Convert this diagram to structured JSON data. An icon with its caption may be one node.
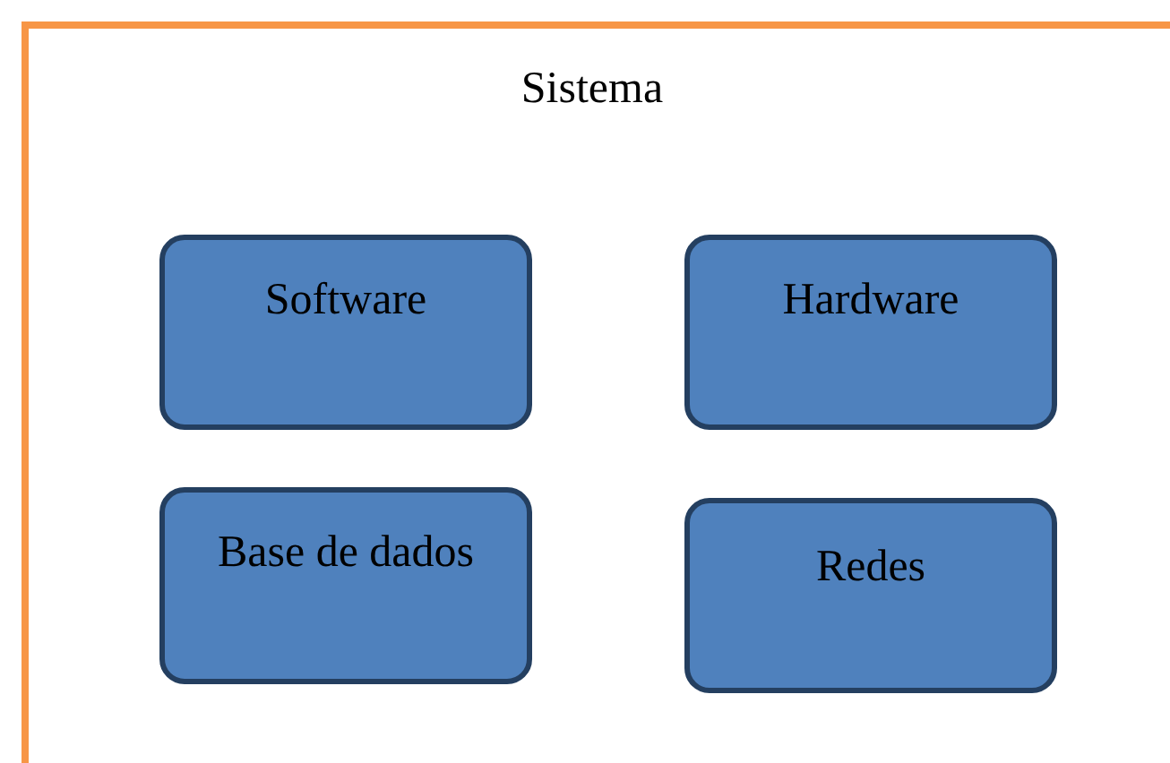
{
  "diagram": {
    "nodes": [
      {
        "text": [
          "Sistema"
        ]
      },
      {
        "text": [
          "Software"
        ],
        "in": 0
      },
      {
        "text": [
          "Hardware"
        ],
        "in": 0
      },
      {
        "text": [
          "Base de dados"
        ],
        "in": 0
      },
      {
        "text": [
          "Redes"
        ],
        "in": 0
      }
    ]
  }
}
